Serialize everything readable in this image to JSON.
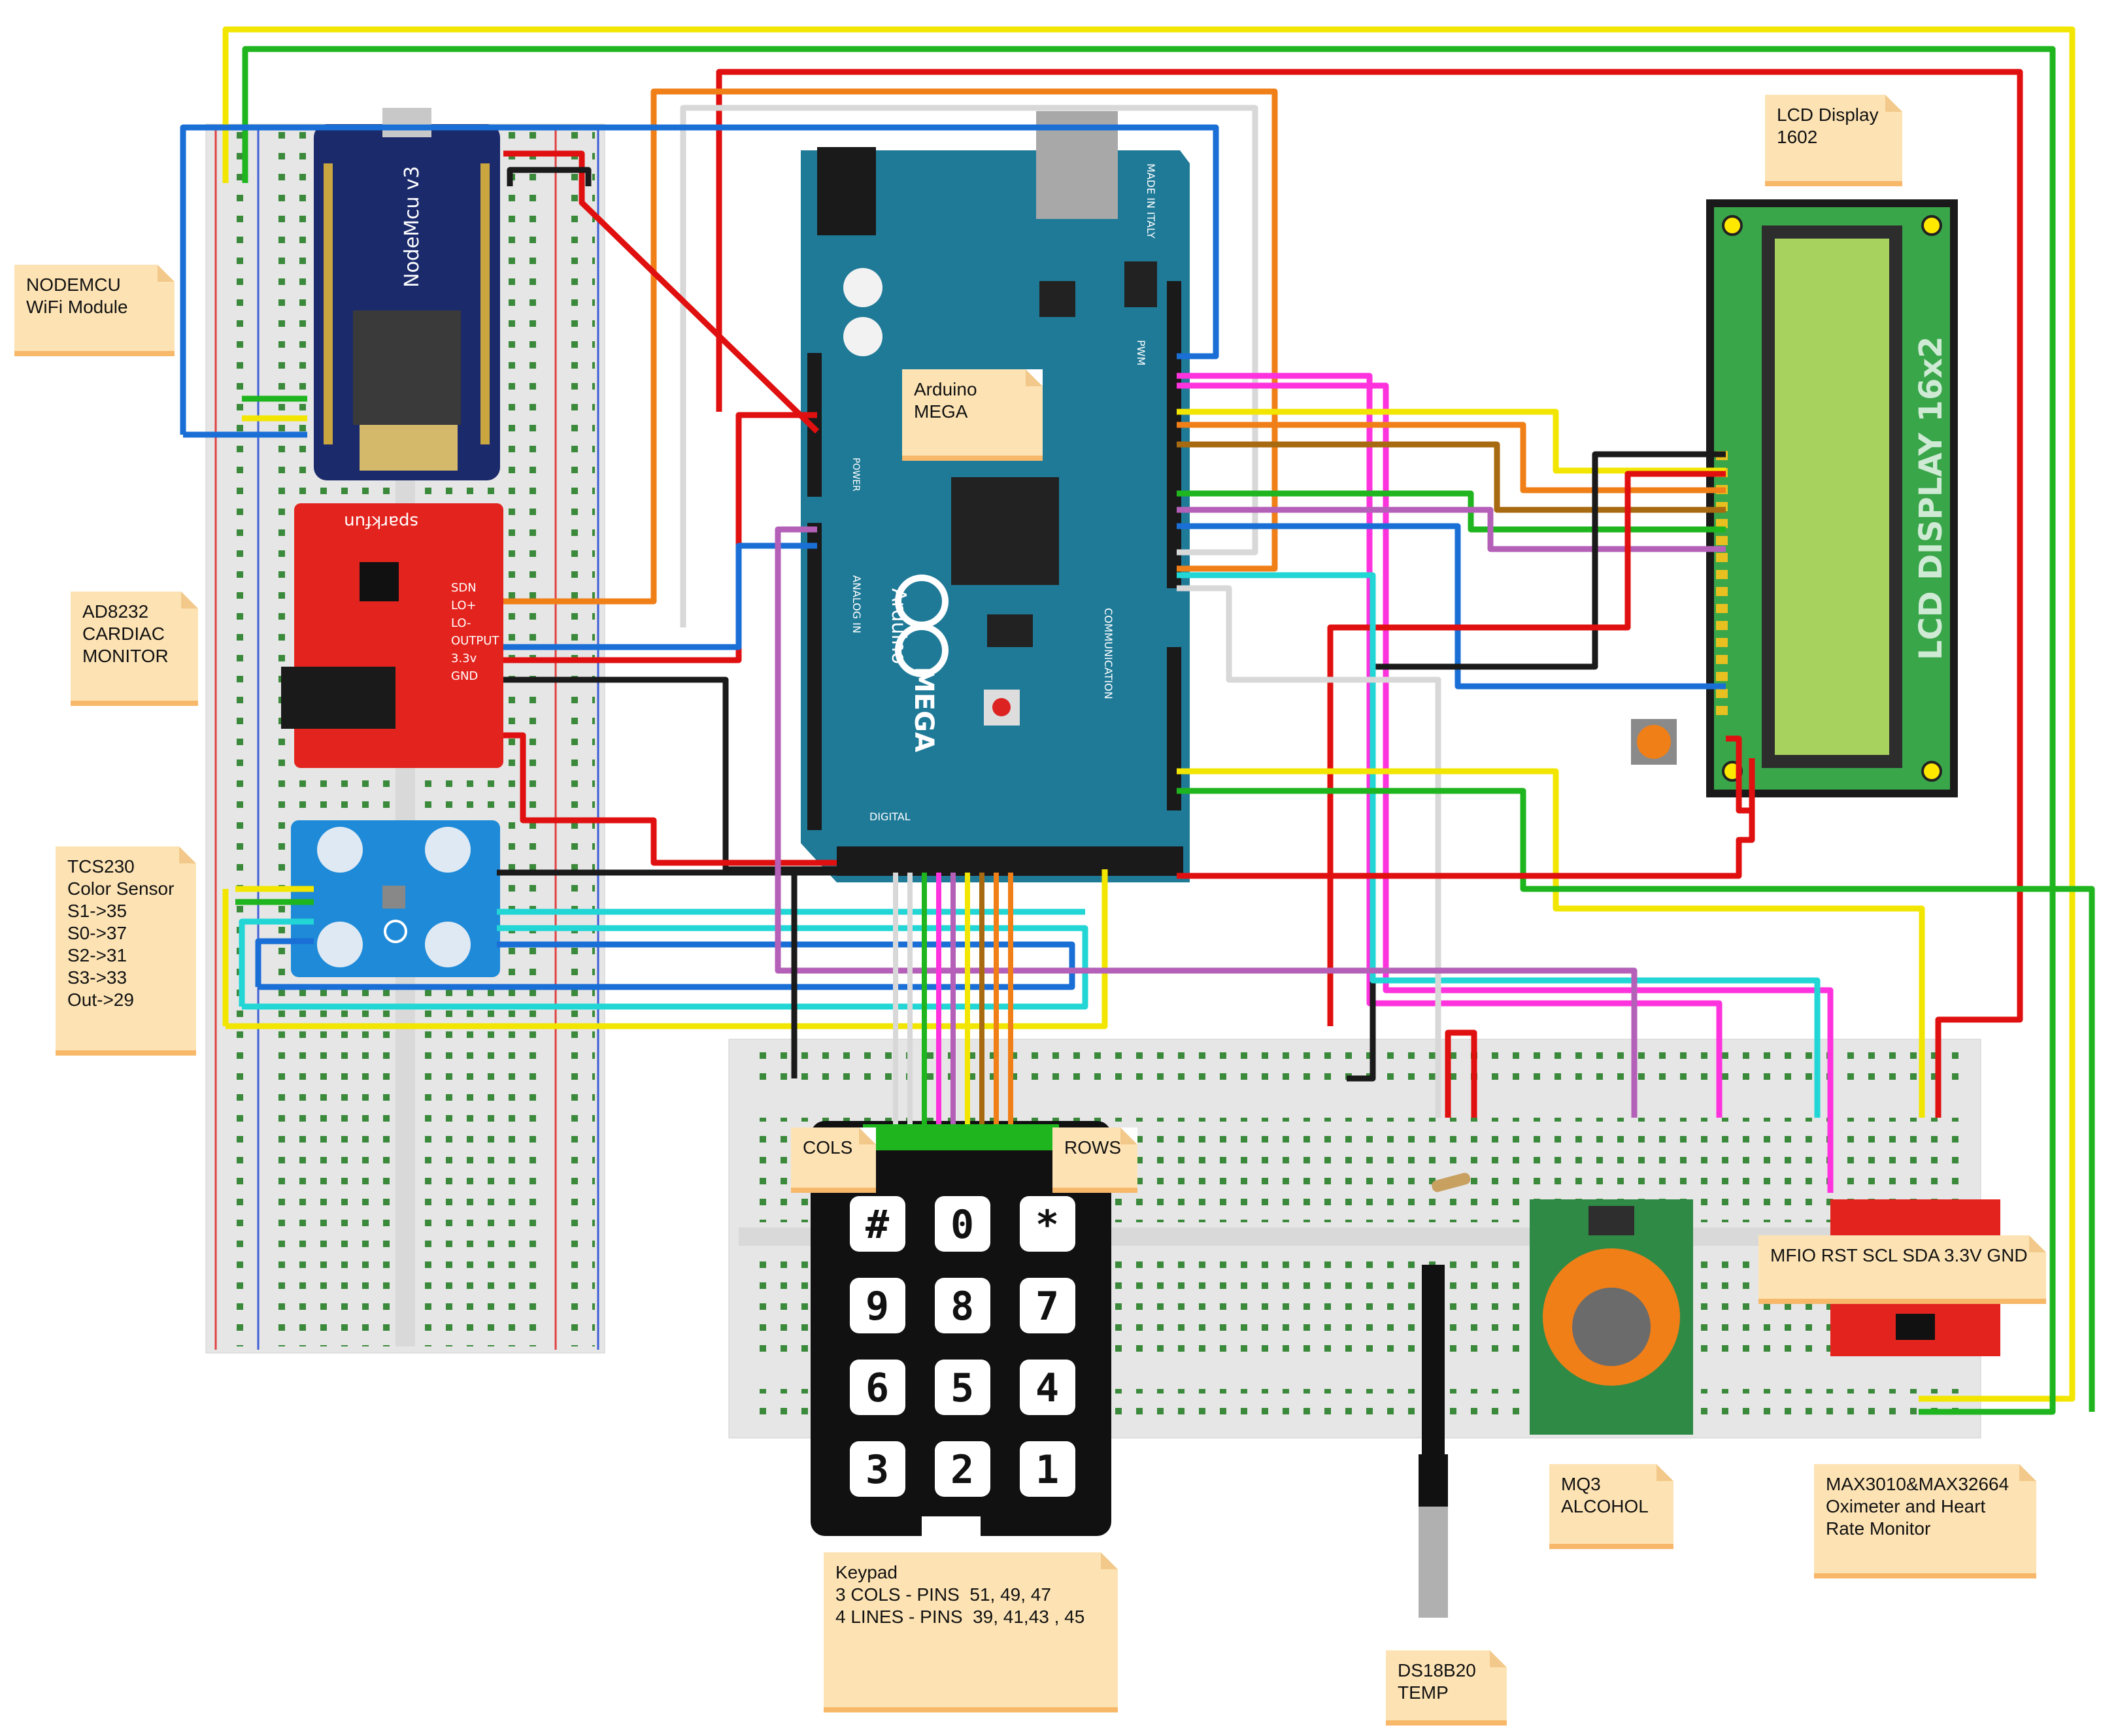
{
  "notes": {
    "nodemcu": [
      "NODEMCU",
      "WiFi Module"
    ],
    "ad8232": [
      "AD8232",
      "CARDIAC",
      "MONITOR"
    ],
    "tcs230": [
      "TCS230",
      "Color Sensor",
      "S1->35",
      "S0->37",
      "S2->31",
      "S3->33",
      "Out->29"
    ],
    "arduino": [
      "Arduino",
      "MEGA"
    ],
    "lcd": [
      "LCD Display",
      "1602"
    ],
    "cols": "COLS",
    "rows": "ROWS",
    "keypad": [
      "Keypad",
      "3 COLS - PINS  51, 49, 47",
      "4 LINES - PINS  39, 41,43 , 45"
    ],
    "ds18b20": [
      "DS18B20",
      "TEMP"
    ],
    "mq3": [
      "MQ3",
      "ALCOHOL"
    ],
    "max_pins": "MFIO RST SCL SDA 3.3V GND",
    "max": [
      "MAX3010&MAX32664",
      "Oximeter and Heart",
      "Rate Monitor"
    ]
  },
  "boards": {
    "nodemcu_title": "NodeMcu v3",
    "sparkfun": "sparkfun",
    "ad8232_pins": [
      "SDN",
      "LO+",
      "LO-",
      "OUTPUT",
      "3.3v",
      "GND"
    ],
    "lcd_title": "LCD DISPLAY 16x2",
    "mega_brand": "Arduino",
    "mega_model": "MEGA",
    "mega_section_power": "POWER",
    "mega_section_analog": "ANALOG IN",
    "mega_section_digital": "DIGITAL",
    "mega_section_comm": "COMMUNICATION",
    "made_in": "MADE IN ITALY",
    "pwm": "PWM"
  },
  "keypad_keys": [
    "#",
    "0",
    "*",
    "9",
    "8",
    "7",
    "6",
    "5",
    "4",
    "3",
    "2",
    "1"
  ],
  "colors": {
    "red": "#e01010",
    "black": "#1a1a1a",
    "yellow": "#f2e600",
    "green": "#1fb51f",
    "blue": "#1a6fd6",
    "orange": "#f07f18",
    "white": "#d8d8d8",
    "magenta": "#ff33dd",
    "cyan": "#22d6d6",
    "purple": "#b560b8",
    "brown": "#a86a10",
    "mega_blue": "#1f7a98",
    "lcd_green": "#3aa64a",
    "note_bg": "#fde3b4"
  }
}
